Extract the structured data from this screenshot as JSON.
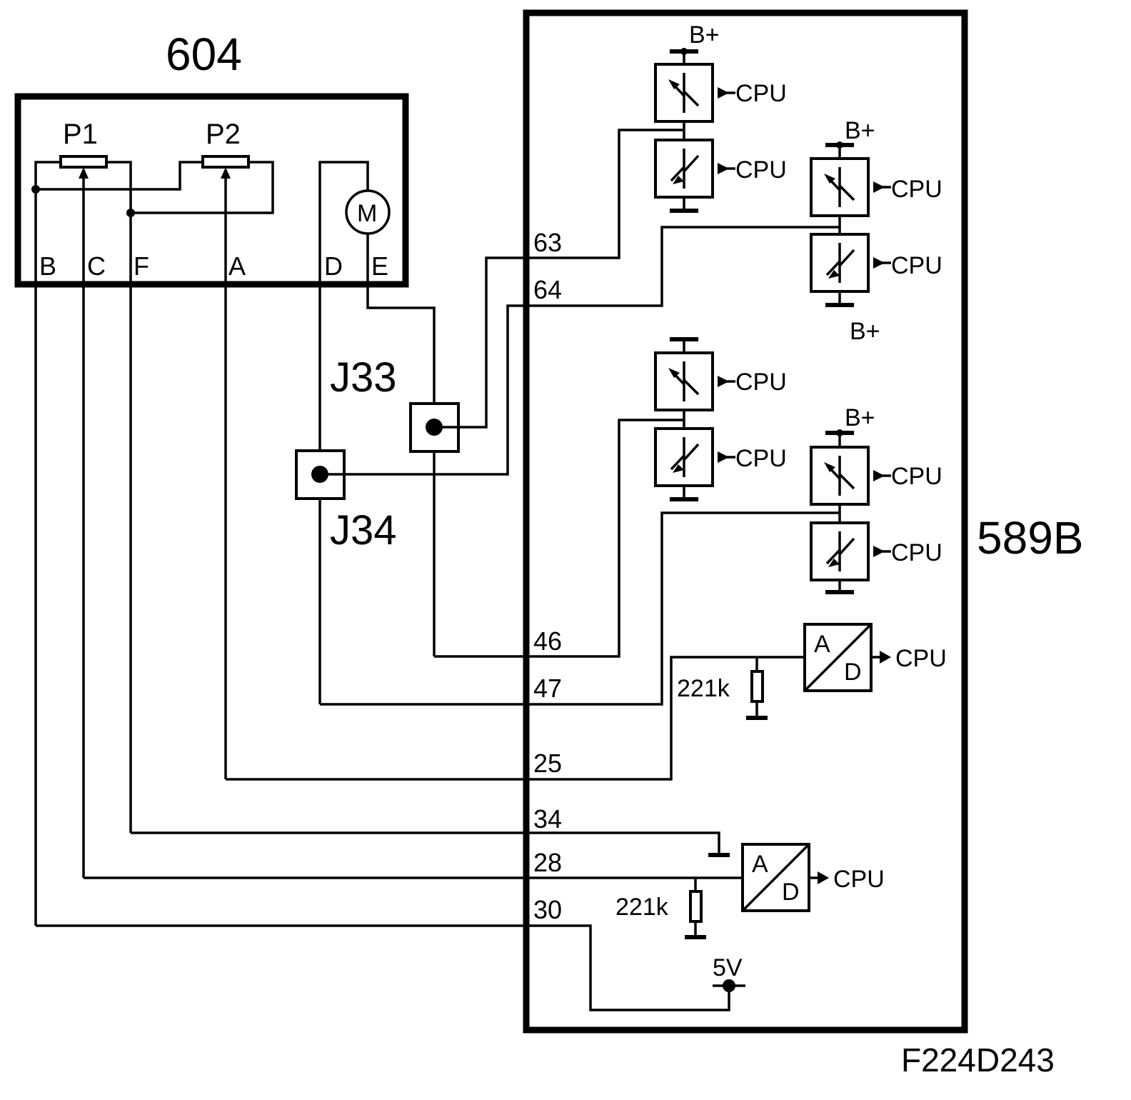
{
  "modules": {
    "left_label": "604",
    "right_label": "589B"
  },
  "sensor": {
    "pot1": "P1",
    "pot2": "P2",
    "motor": "M",
    "pins": [
      "B",
      "C",
      "F",
      "A",
      "D",
      "E"
    ]
  },
  "junctions": {
    "j33": "J33",
    "j34": "J34"
  },
  "ecu_pins": [
    "63",
    "64",
    "46",
    "47",
    "25",
    "34",
    "28",
    "30"
  ],
  "supply": {
    "bplus": "B+",
    "five_volt": "5V"
  },
  "cpu_label": "CPU",
  "adc": {
    "in": "A",
    "out": "D"
  },
  "resistor_value": "221k",
  "figure_code": "F224D243"
}
